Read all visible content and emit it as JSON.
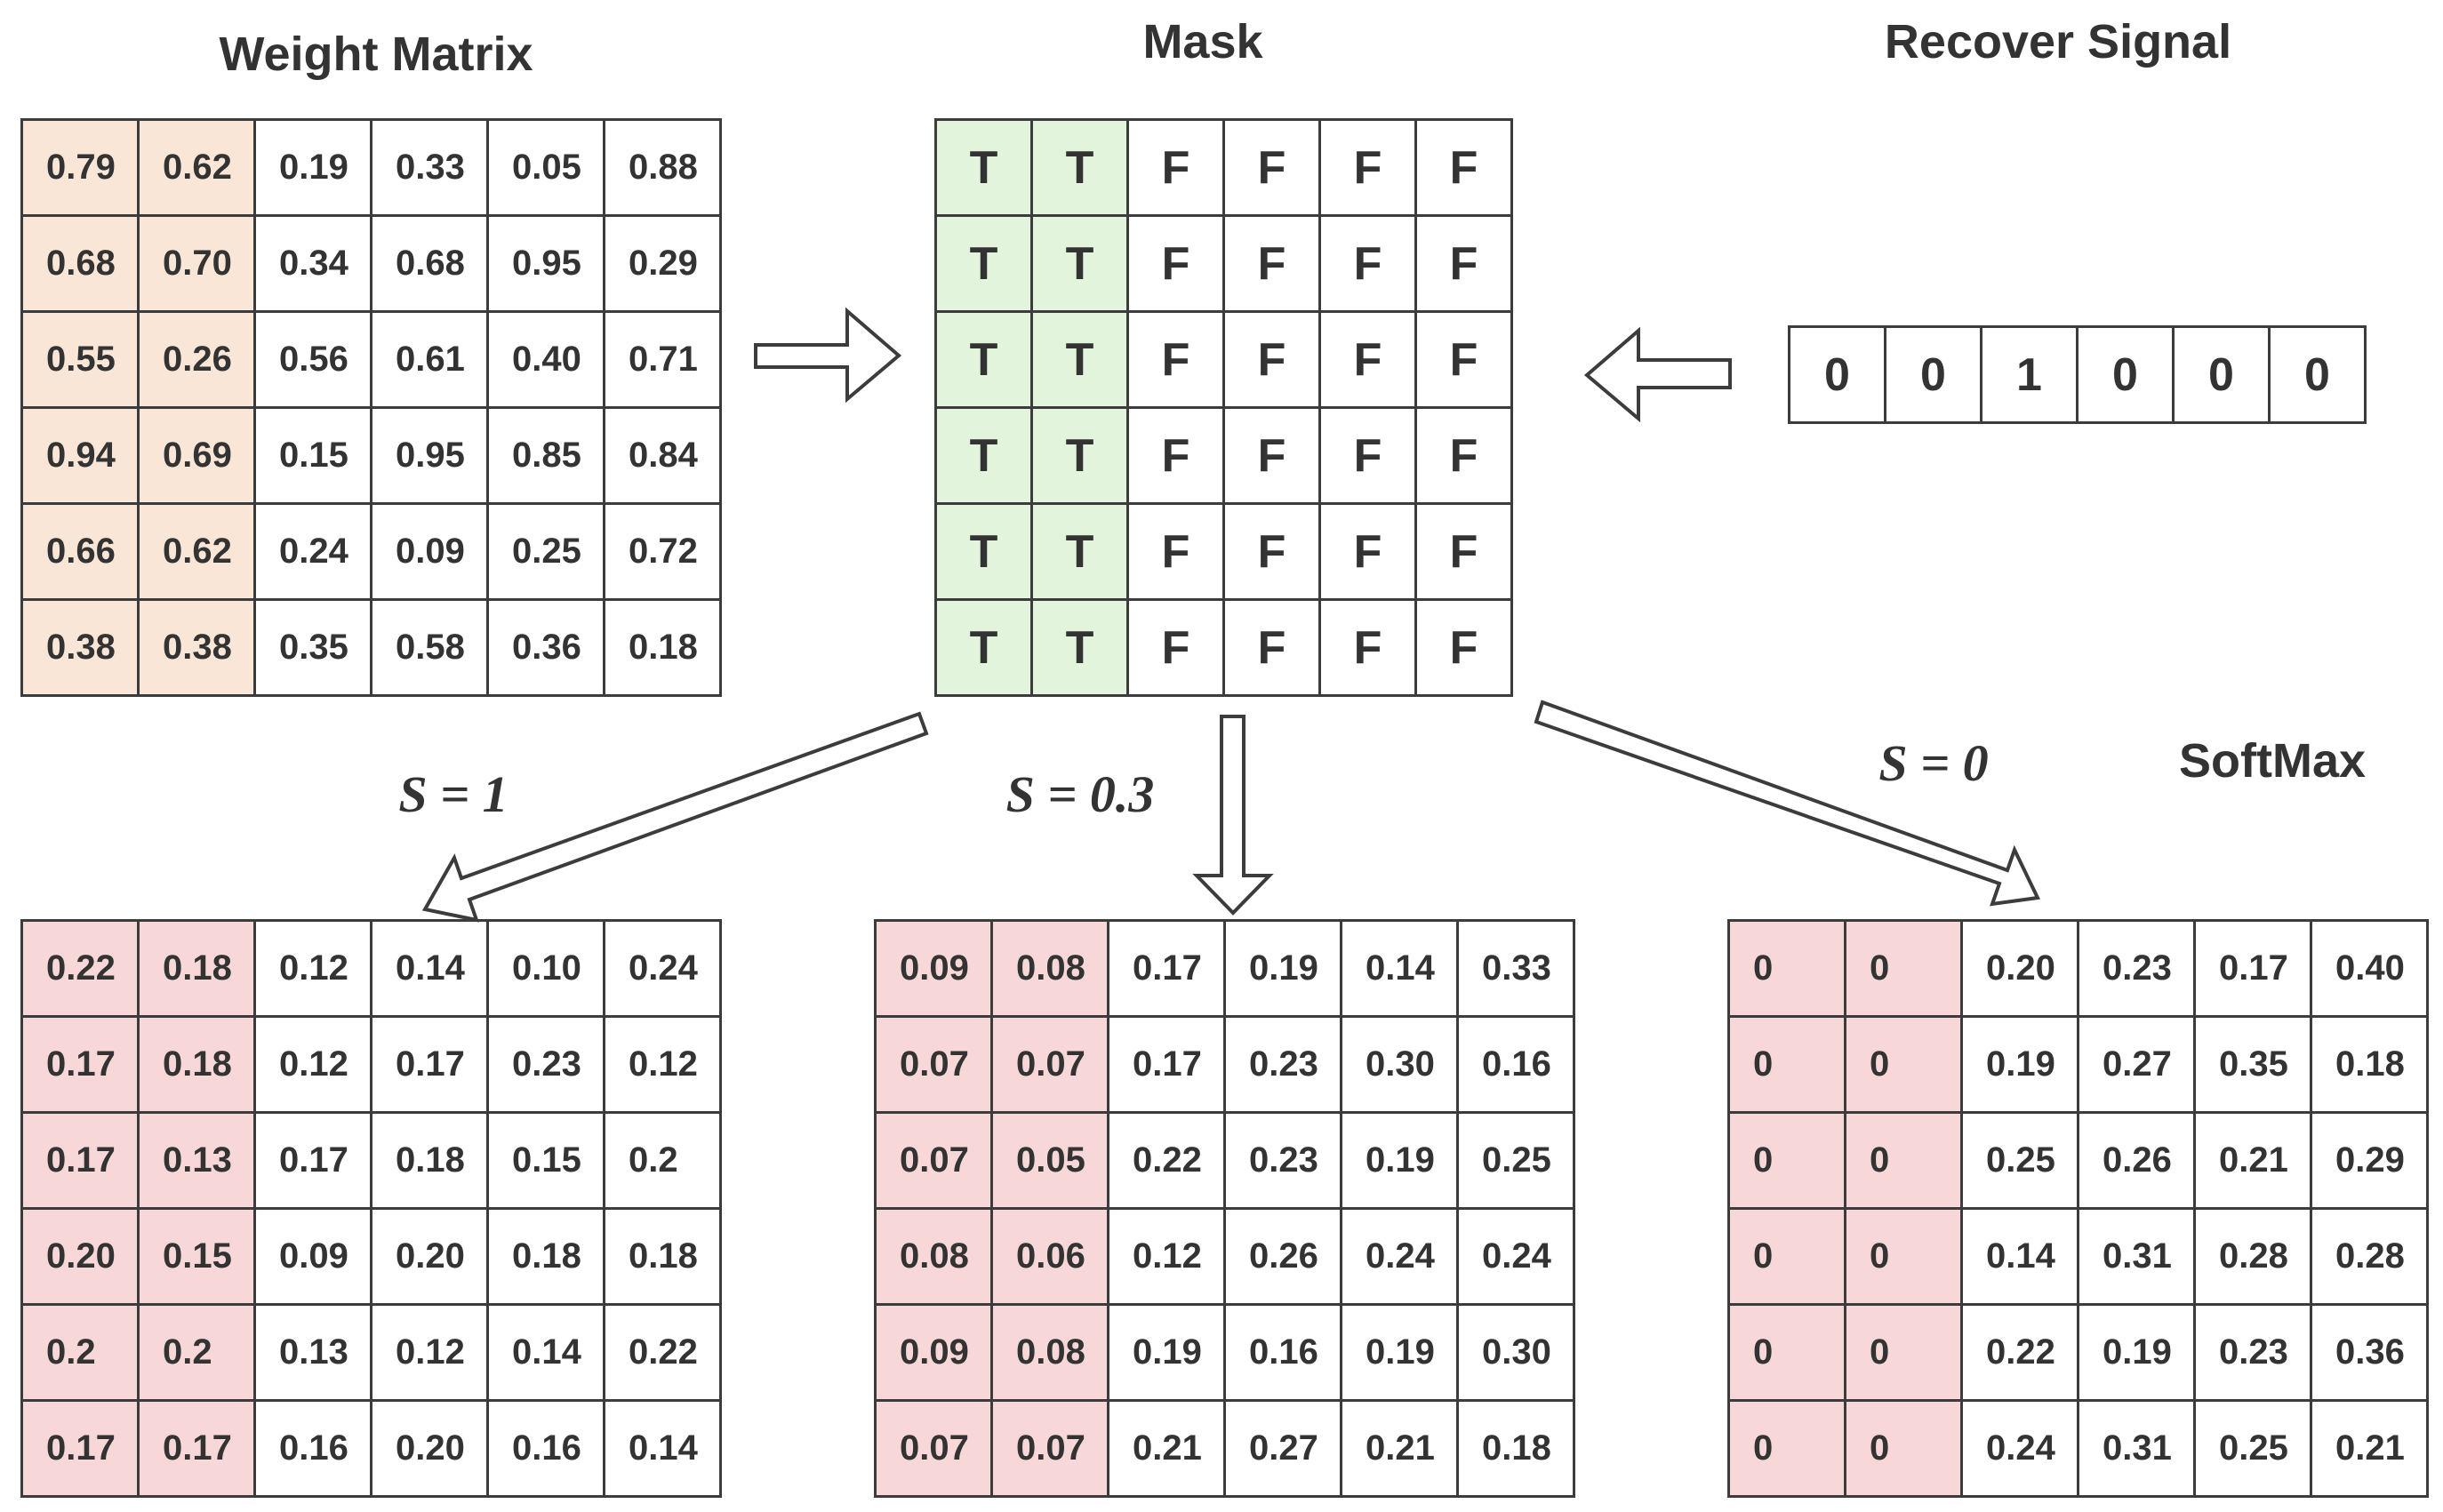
{
  "titles": {
    "weight_matrix": "Weight Matrix",
    "mask": "Mask",
    "recover_signal": "Recover Signal",
    "softmax": "SoftMax"
  },
  "s_labels": [
    "S = 1",
    "S = 0.3",
    "S = 0"
  ],
  "colors": {
    "weight_highlight": "#fae6d6",
    "mask_highlight": "#e2f4dc",
    "softmax_highlight": "#f7d7d7",
    "border": "#3c3c3c",
    "text": "#333333"
  },
  "weight_matrix": [
    [
      "0.79",
      "0.62",
      "0.19",
      "0.33",
      "0.05",
      "0.88"
    ],
    [
      "0.68",
      "0.70",
      "0.34",
      "0.68",
      "0.95",
      "0.29"
    ],
    [
      "0.55",
      "0.26",
      "0.56",
      "0.61",
      "0.40",
      "0.71"
    ],
    [
      "0.94",
      "0.69",
      "0.15",
      "0.95",
      "0.85",
      "0.84"
    ],
    [
      "0.66",
      "0.62",
      "0.24",
      "0.09",
      "0.25",
      "0.72"
    ],
    [
      "0.38",
      "0.38",
      "0.35",
      "0.58",
      "0.36",
      "0.18"
    ]
  ],
  "mask": [
    [
      "T",
      "T",
      "F",
      "F",
      "F",
      "F"
    ],
    [
      "T",
      "T",
      "F",
      "F",
      "F",
      "F"
    ],
    [
      "T",
      "T",
      "F",
      "F",
      "F",
      "F"
    ],
    [
      "T",
      "T",
      "F",
      "F",
      "F",
      "F"
    ],
    [
      "T",
      "T",
      "F",
      "F",
      "F",
      "F"
    ],
    [
      "T",
      "T",
      "F",
      "F",
      "F",
      "F"
    ]
  ],
  "recover_signal": [
    "0",
    "0",
    "1",
    "0",
    "0",
    "0"
  ],
  "softmax_s1": [
    [
      "0.22",
      "0.18",
      "0.12",
      "0.14",
      "0.10",
      "0.24"
    ],
    [
      "0.17",
      "0.18",
      "0.12",
      "0.17",
      "0.23",
      "0.12"
    ],
    [
      "0.17",
      "0.13",
      "0.17",
      "0.18",
      "0.15",
      "0.2"
    ],
    [
      "0.20",
      "0.15",
      "0.09",
      "0.20",
      "0.18",
      "0.18"
    ],
    [
      "0.2",
      "0.2",
      "0.13",
      "0.12",
      "0.14",
      "0.22"
    ],
    [
      "0.17",
      "0.17",
      "0.16",
      "0.20",
      "0.16",
      "0.14"
    ]
  ],
  "softmax_s03": [
    [
      "0.09",
      "0.08",
      "0.17",
      "0.19",
      "0.14",
      "0.33"
    ],
    [
      "0.07",
      "0.07",
      "0.17",
      "0.23",
      "0.30",
      "0.16"
    ],
    [
      "0.07",
      "0.05",
      "0.22",
      "0.23",
      "0.19",
      "0.25"
    ],
    [
      "0.08",
      "0.06",
      "0.12",
      "0.26",
      "0.24",
      "0.24"
    ],
    [
      "0.09",
      "0.08",
      "0.19",
      "0.16",
      "0.19",
      "0.30"
    ],
    [
      "0.07",
      "0.07",
      "0.21",
      "0.27",
      "0.21",
      "0.18"
    ]
  ],
  "softmax_s0": [
    [
      "0",
      "0",
      "0.20",
      "0.23",
      "0.17",
      "0.40"
    ],
    [
      "0",
      "0",
      "0.19",
      "0.27",
      "0.35",
      "0.18"
    ],
    [
      "0",
      "0",
      "0.25",
      "0.26",
      "0.21",
      "0.29"
    ],
    [
      "0",
      "0",
      "0.14",
      "0.31",
      "0.28",
      "0.28"
    ],
    [
      "0",
      "0",
      "0.22",
      "0.19",
      "0.23",
      "0.36"
    ],
    [
      "0",
      "0",
      "0.24",
      "0.31",
      "0.25",
      "0.21"
    ]
  ]
}
